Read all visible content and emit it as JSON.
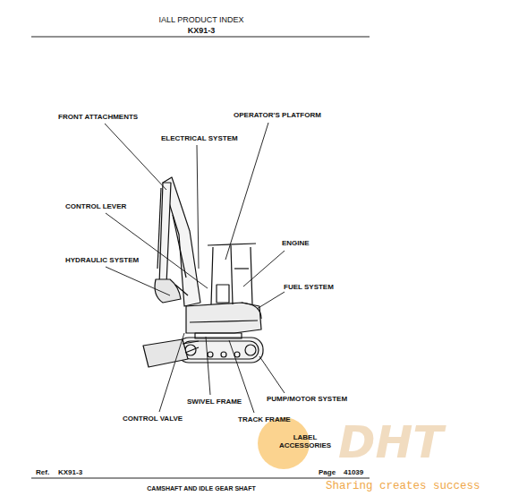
{
  "diagram": {
    "title": "IALL PRODUCT INDEX",
    "labels": [
      "KX91-3",
      "FRONT ATTACHMENTS",
      "OPERATOR'S PLATFORM",
      "ELECTRICAL SYSTEM",
      "CONTROL LEVER",
      "ENGINE",
      "HYDRAULIC SYSTEM",
      "FUEL SYSTEM",
      "SWIVEL FRAME",
      "PUMP/MOTOR SYSTEM",
      "CONTROL VALVE",
      "TRACK FRAME",
      "LABEL ACCESSORIES",
      "Ref.",
      "KX91-3",
      "Page",
      "41039",
      "CAMSHAFT AND IDLE GEAR SHAFT",
      "DHT",
      "Sharing creates success"
    ]
  }
}
